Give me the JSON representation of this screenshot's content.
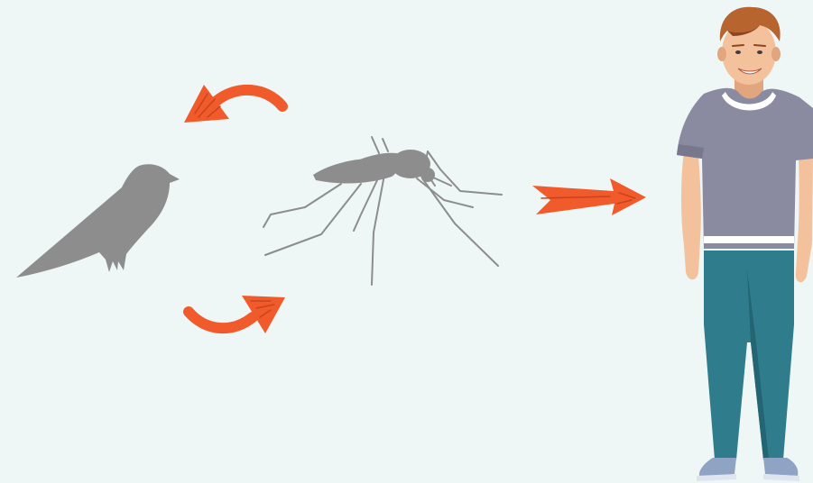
{
  "background": "#eef6f6",
  "colors": {
    "silhouette": "#8d8d8d",
    "arrow": "#f15a2b",
    "arrow_dark": "#c8441c",
    "skin": "#f3c19c",
    "skin_shade": "#e2a67f",
    "hair": "#b8642f",
    "hair_dark": "#8d4720",
    "shirt": "#8a8aa0",
    "shirt_shade": "#77778d",
    "shirt_trim": "#ffffff",
    "jeans": "#2e7c8c",
    "jeans_shade": "#236573",
    "shoe": "#8fa3c4",
    "shoe_sole": "#dfe5ef"
  },
  "diagram": {
    "nodes": [
      {
        "id": "bird",
        "icon": "bird-silhouette-icon"
      },
      {
        "id": "mosquito",
        "icon": "mosquito-silhouette-icon"
      },
      {
        "id": "person",
        "icon": "person-illustration"
      }
    ],
    "edges": [
      {
        "from": "mosquito",
        "to": "bird",
        "icon": "curved-arrow-icon"
      },
      {
        "from": "bird",
        "to": "mosquito",
        "icon": "curved-arrow-icon"
      },
      {
        "from": "mosquito",
        "to": "person",
        "icon": "straight-arrow-icon"
      }
    ]
  }
}
